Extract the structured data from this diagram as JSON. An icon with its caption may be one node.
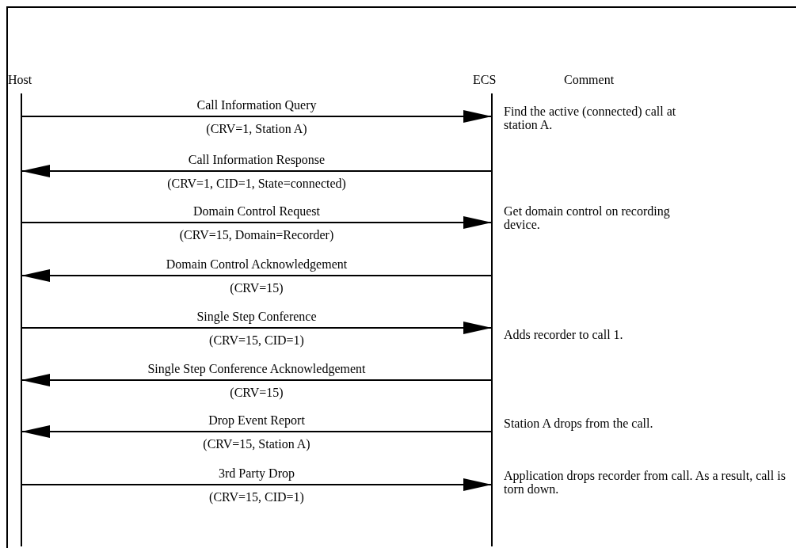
{
  "diagram": {
    "nodes": [
      {
        "text": [
          "Host"
        ]
      },
      {
        "text": [
          "ECS"
        ]
      }
    ],
    "edges": [
      {
        "from": 0,
        "to": 1,
        "arrow": "to",
        "label": "Call Information Query"
      },
      {
        "from": 1,
        "to": 0,
        "arrow": "to",
        "label": "Call Information Response"
      },
      {
        "from": 0,
        "to": 1,
        "arrow": "to",
        "label": "Domain Control Request"
      },
      {
        "from": 1,
        "to": 0,
        "arrow": "to",
        "label": "Domain Control Acknowledgement"
      },
      {
        "from": 0,
        "to": 1,
        "arrow": "to",
        "label": "Single Step Conference"
      },
      {
        "from": 1,
        "to": 0,
        "arrow": "to",
        "label": "Single Step Conference Acknowledgement"
      },
      {
        "from": 1,
        "to": 0,
        "arrow": "to",
        "label": "Drop Event Report"
      },
      {
        "from": 0,
        "to": 1,
        "arrow": "to",
        "label": "3rd Party Drop"
      }
    ],
    "labels": [
      "Comment",
      "(CRV=1, Station A)",
      "Find the active (connected) call at station A.",
      "(CRV=1, CID=1, State=connected)",
      "(CRV=15, Domain=Recorder)",
      "Get domain control on recording device.",
      "(CRV=15)",
      "(CRV=15, CID=1)",
      "Adds recorder to call 1.",
      "(CRV=15)",
      "(CRV=15, Station A)",
      "Station A drops from the call.",
      "(CRV=15, CID=1)",
      "Application drops recorder from call. As a result, call is torn down."
    ]
  }
}
